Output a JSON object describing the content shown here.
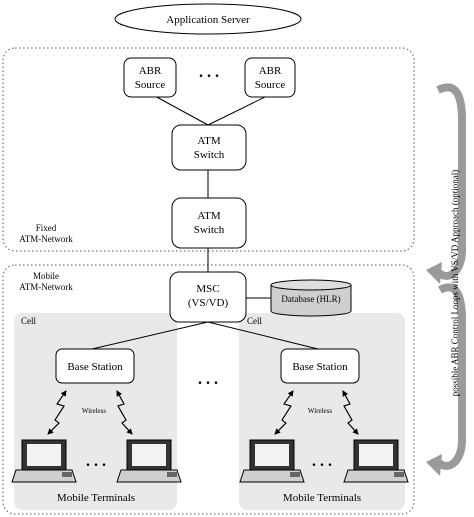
{
  "app_server": "Application Server",
  "abr_source_left": [
    "ABR",
    "Source"
  ],
  "abr_source_right": [
    "ABR",
    "Source"
  ],
  "ellipsis": ". . .",
  "atm_switch_top": [
    "ATM",
    "Switch"
  ],
  "atm_switch_bottom": [
    "ATM",
    "Switch"
  ],
  "fixed_network": [
    "Fixed",
    "ATM-Network"
  ],
  "mobile_network": [
    "Mobile",
    "ATM-Network"
  ],
  "msc": [
    "MSC",
    "(VS/VD)"
  ],
  "database": "Database (HLR)",
  "cell_left": "Cell",
  "cell_right": "Cell",
  "base_station_left": "Base Station",
  "base_station_right": "Base Station",
  "wireless_left": "Wireless",
  "wireless_right": "Wireless",
  "terminal_ellipsis": ". . .",
  "mobile_terminals_left": "Mobile Terminals",
  "mobile_terminals_right": "Mobile Terminals",
  "side_caption": "possible ABR Control Loops with VS/VD Approach (optional)",
  "colors": {
    "cell_fill": "#e9e9e9",
    "node_fill": "#ffffff",
    "db_fill": "#cfcfcf",
    "loop_fill": "#9a9a9a"
  }
}
